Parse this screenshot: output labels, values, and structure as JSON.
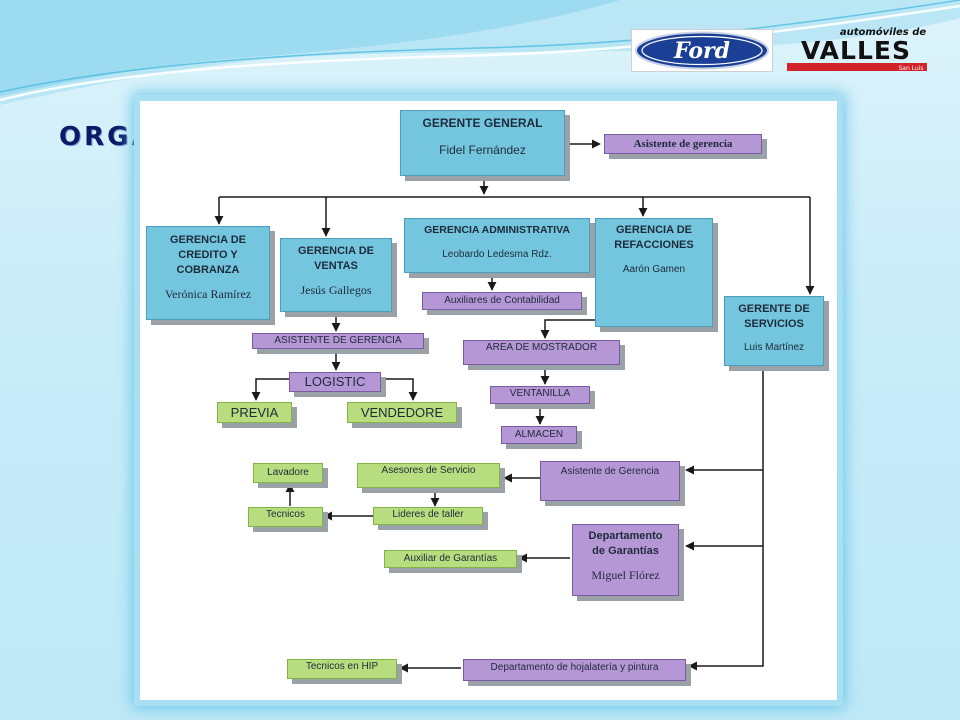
{
  "slide": {
    "title": "ORGANIGRAMA",
    "logo_ford": "Ford",
    "logo_valles_top": "automóviles de",
    "logo_valles_main": "VALLES",
    "logo_valles_sub": "San Luis"
  },
  "colors": {
    "title": "#0b1b66",
    "blue_box": "#74c6de",
    "purple_box": "#b697d6",
    "green_box": "#b8dd7f",
    "connector": "#1a1a1a"
  },
  "nodes": {
    "gerente_general": {
      "title": "GERENTE GENERAL",
      "person": "Fidel Fernández"
    },
    "asistente_gerencia_top": {
      "title": "Asistente de gerencia"
    },
    "gerencia_credito": {
      "title_1": "GERENCIA DE",
      "title_2": "CREDITO Y",
      "title_3": "COBRANZA",
      "person": "Verónica Ramírez"
    },
    "gerencia_ventas": {
      "title_1": "GERENCIA DE",
      "title_2": "VENTAS",
      "person": "Jesús Gallegos"
    },
    "gerencia_administrativa": {
      "title": "GERENCIA ADMINISTRATIVA",
      "person": "Leobardo Ledesma Rdz."
    },
    "gerencia_refacciones": {
      "title_1": "GERENCIA DE",
      "title_2": "REFACCIONES",
      "person": "Aarón Gamen"
    },
    "gerente_servicios": {
      "title_1": "GERENTE DE",
      "title_2": "SERVICIOS",
      "person": "Luis Martínez"
    },
    "auxiliares_contabilidad": {
      "title": "Auxiliares de Contabilidad"
    },
    "asistente_gerencia_ventas": {
      "title": "ASISTENTE DE GERENCIA"
    },
    "logistic": {
      "title": "LOGISTIC"
    },
    "previa": {
      "title": "PREVIA"
    },
    "vendedore": {
      "title": "VENDEDORE"
    },
    "area_mostrador": {
      "title": "AREA DE MOSTRADOR"
    },
    "ventanilla": {
      "title": "VENTANILLA"
    },
    "almacen": {
      "title": "ALMACEN"
    },
    "lavadore": {
      "title": "Lavadore"
    },
    "asesores_servicio": {
      "title": "Asesores de Servicio"
    },
    "asistente_gerencia_servicio": {
      "title": "Asistente de Gerencia"
    },
    "tecnicos": {
      "title": "Tecnicos"
    },
    "lideres_taller": {
      "title": "Lideres de taller"
    },
    "departamento_garantias": {
      "title_1": "Departamento",
      "title_2": "de Garantías",
      "person": "Miguel Flórez"
    },
    "auxiliar_garantias": {
      "title": "Auxiliar de Garantías"
    },
    "tecnicos_hip": {
      "title": "Tecnicos en HIP"
    },
    "departamento_hojalateria": {
      "title": "Departamento de hojalatería y pintura"
    }
  }
}
